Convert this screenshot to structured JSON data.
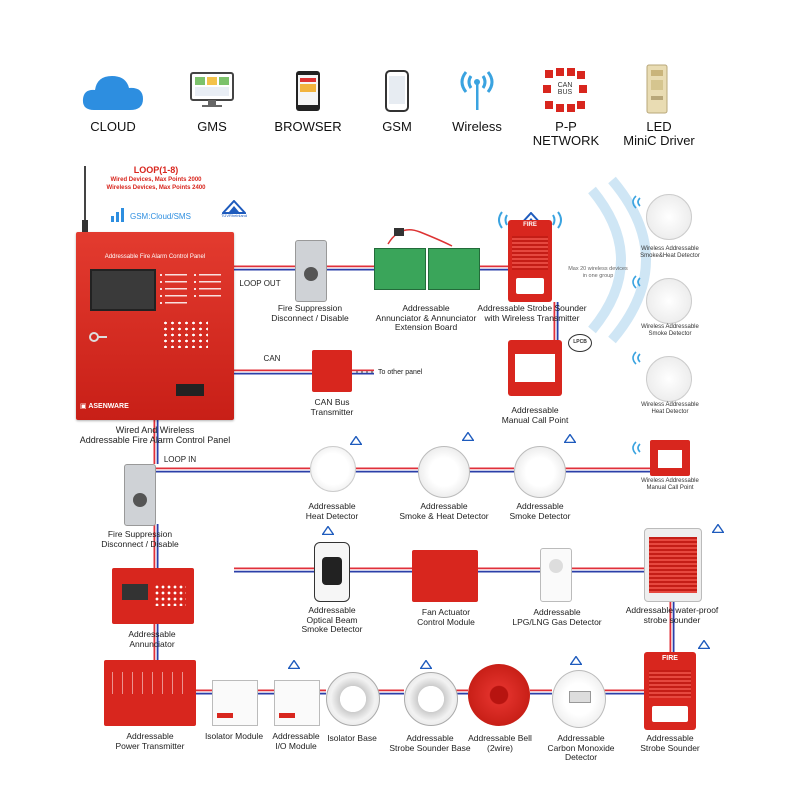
{
  "top_row": [
    {
      "label": "CLOUD",
      "icon": "cloud-icon"
    },
    {
      "label": "GMS",
      "icon": "monitor-icon"
    },
    {
      "label": "BROWSER",
      "icon": "tablet-icon"
    },
    {
      "label": "GSM",
      "icon": "phone-icon"
    },
    {
      "label": "Wireless",
      "icon": "antenna-icon"
    },
    {
      "label": "P-P",
      "label2": "NETWORK",
      "icon": "can-bus-network-icon",
      "inner": "CAN",
      "inner2": "BUS"
    },
    {
      "label": "LED",
      "label2": "MiniC Driver",
      "icon": "led-driver-icon"
    }
  ],
  "loop_header": {
    "title": "LOOP(1-8)",
    "line1": "Wired Devices, Max Points 2000",
    "line2": "Wireless Devices, Max Points 2400"
  },
  "gsm_label": "GSM:Cloud/SMS",
  "panel": {
    "screen_title": "Addressable Fire Alarm Control Panel",
    "brand": "ASENWARE",
    "label1": "Wired And Wireless",
    "label2": "Addressable Fire Alarm Control Panel"
  },
  "wire_labels": {
    "loop_out": "LOOP OUT",
    "loop_in": "LOOP IN",
    "can": "CAN",
    "other_panel": "To other panel"
  },
  "wireless_note": {
    "line1": "Max 20 wireless devices",
    "line2": "in one group"
  },
  "cert": {
    "tuv": "TÜVRheinland",
    "lpcb": "LPCB"
  },
  "devices": {
    "fire_supp_1": {
      "l1": "Fire Suppression",
      "l2": "Disconnect / Disable"
    },
    "annunciator_board": {
      "l1": "Addressable",
      "l2": "Annunciator & Annunciator",
      "l3": "Extension Board"
    },
    "strobe_wireless": {
      "l1": "Addressable Strobe Sounder",
      "l2": "with Wireless Transmitter",
      "fire_text": "FIRE"
    },
    "can_bus": {
      "l1": "CAN Bus",
      "l2": "Transmitter"
    },
    "mcp": {
      "l1": "Addressable",
      "l2": "Manual Call Point"
    },
    "w_smoke_heat": {
      "l1": "Wireless Addressable",
      "l2": "Smoke&Heat Detector"
    },
    "w_smoke": {
      "l1": "Wireless Addressable",
      "l2": "Smoke Detector"
    },
    "w_heat": {
      "l1": "Wireless Addressable",
      "l2": "Heat Detector"
    },
    "w_mcp": {
      "l1": "Wireless Addressable",
      "l2": "Manual Call Point"
    },
    "fire_supp_2": {
      "l1": "Fire Suppression",
      "l2": "Disconnect / Disable"
    },
    "heat": {
      "l1": "Addressable",
      "l2": "Heat Detector"
    },
    "smoke_heat": {
      "l1": "Addressable",
      "l2": "Smoke & Heat Detector"
    },
    "smoke": {
      "l1": "Addressable",
      "l2": "Smoke Detector"
    },
    "annunciator": {
      "l1": "Addressable",
      "l2": "Annunciator"
    },
    "beam": {
      "l1": "Addressable",
      "l2": "Optical Beam",
      "l3": "Smoke Detector"
    },
    "fan": {
      "l1": "Fan Actuator",
      "l2": "Control Module"
    },
    "gas": {
      "l1": "Addressable",
      "l2": "LPG/LNG Gas Detector"
    },
    "waterproof": {
      "l1": "Addressable water-proof",
      "l2": "strobe sounder"
    },
    "power": {
      "l1": "Addressable",
      "l2": "Power Transmitter"
    },
    "isolator": {
      "l1": "Isolator  Module"
    },
    "io": {
      "l1": "Addressable",
      "l2": "I/O Module"
    },
    "iso_base": {
      "l1": "Isolator Base"
    },
    "ss_base": {
      "l1": "Addressable",
      "l2": "Strobe Sounder Base"
    },
    "bell": {
      "l1": "Addressable Bell",
      "l2": "(2wire)"
    },
    "co": {
      "l1": "Addressable",
      "l2": "Carbon Monoxide",
      "l3": "Detector"
    },
    "strobe": {
      "l1": "Addressable",
      "l2": "Strobe Sounder",
      "fire_text": "FIRE"
    }
  },
  "colors": {
    "wire_red": "#e0303a",
    "wire_blue": "#2b3fa8",
    "panel_red": "#d8261e",
    "wireless_blue": "#3aa3e0"
  }
}
